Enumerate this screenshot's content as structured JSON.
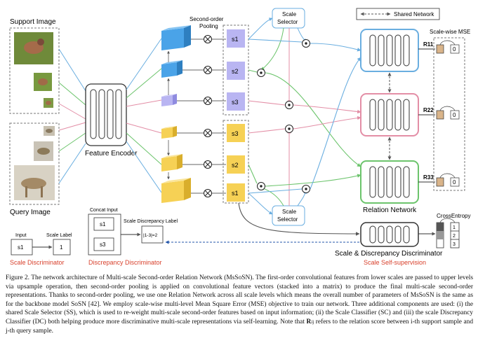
{
  "figure": {
    "support_image_label": "Support Image",
    "query_image_label": "Query Image",
    "feature_encoder_label": "Feature Encoder",
    "second_order_pooling_label": [
      "Second-order",
      "Pooling"
    ],
    "scale_selector_top_label": [
      "Scale",
      "Selector"
    ],
    "scale_selector_bottom_label": [
      "Scale",
      "Selector"
    ],
    "shared_network_label": "Shared Network",
    "scale_wise_mse_label": "Scale-wise MSE",
    "relation_network_label": "Relation Network",
    "scale_discrepancy_discriminator_label": "Scale & Discrepancy Discriminator",
    "scale_self_supervision_label": "Scale Self-supervision",
    "cross_entropy_label": "CrossEntropy",
    "cross_entropy_classes": [
      "1",
      "2",
      "3"
    ],
    "support_scales": [
      "s1",
      "s2",
      "s3"
    ],
    "query_scales": [
      "s3",
      "s2",
      "s1"
    ],
    "relation_scores": [
      "R11",
      "R22",
      "R33"
    ],
    "mse_target": "0",
    "scale_discriminator": {
      "title": "Scale Discriminator",
      "input_label": "Input",
      "scale_label": "Scale Label",
      "input_value": "s1",
      "label_value": "1"
    },
    "discrepancy_discriminator": {
      "title": "Discrepancy Discriminator",
      "concat_input_label": "Concat Input",
      "scale_discrepancy_label": "Scale Discrepancy Label",
      "input_top": "s1",
      "input_bottom": "s3",
      "discrepancy_value": "|1-3|=2"
    },
    "colors": {
      "blue": "#6aaee0",
      "green": "#6cc46c",
      "pink": "#e38ea6",
      "red": "#d8402c",
      "purple_fill": "#b9b5f2",
      "yellow_fill": "#f6d155"
    }
  },
  "caption": {
    "text": "Figure 2. The network architecture of Multi-scale Second-order Relation Network (MsSoSN). The first-order convolutional features from lower scales are passed to upper levels via upsample operation, then second-order pooling is applied on convolutional feature vectors (stacked into a matrix) to produce the final multi-scale second-order representations. Thanks to second-order pooling, we use one Relation Network across all scale levels which means the overall number of parameters of MsSoSN is the same as for the backbone model SoSN [42]. We employ scale-wise multi-level Mean Square Error (MSE) objective to train our network. Three additional components are used: (i) the shared Scale Selector (SS), which is used to re-weight multi-scale second-order features based on input information; (ii) the Scale Classifier (SC) and (iii) the scale Discrepancy Classifier (DC) both helping produce more discriminative multi-scale representations via self-learning. Note that",
    "symbol": "R",
    "symbol_sub": "ij",
    "tail": "refers to the relation score between i-th support sample and j-th query sample."
  }
}
